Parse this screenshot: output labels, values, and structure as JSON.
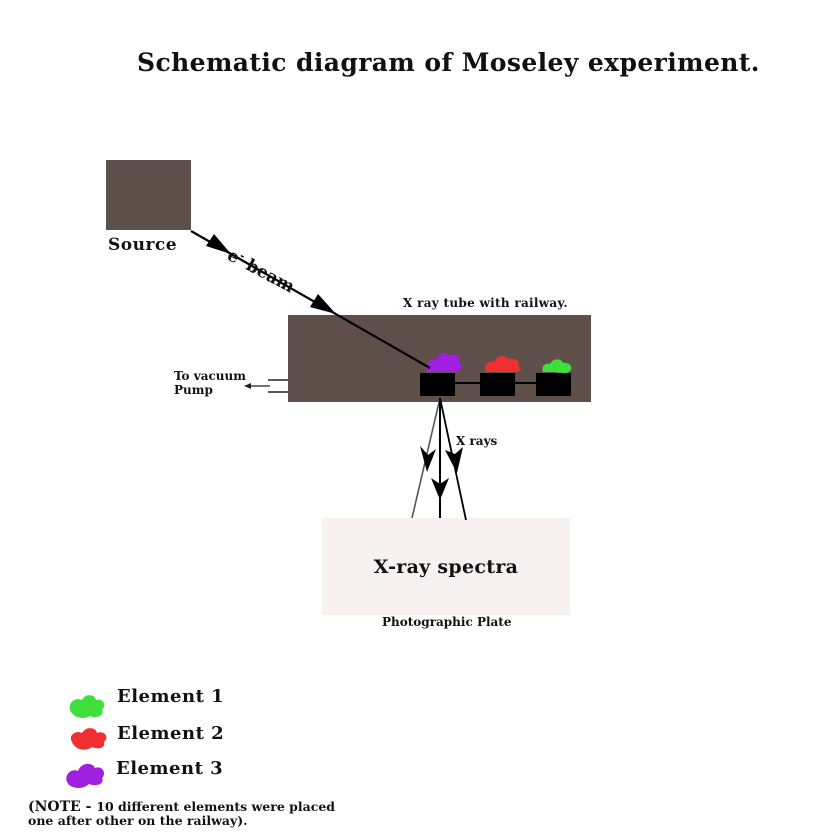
{
  "title": "Schematic diagram of Moseley experiment.",
  "labels": {
    "source": "Source",
    "beam_e": "e",
    "beam_sup": "-",
    "beam_word": "beam",
    "tube": "X ray tube with railway.",
    "vacuum_line1": "To vacuum",
    "vacuum_line2": "Pump",
    "xrays": "X rays",
    "plate_text": "X-ray spectra",
    "plate": "Photographic Plate"
  },
  "legend": [
    {
      "label": "Element 1",
      "color": "#3ee03e"
    },
    {
      "label": "Element 2",
      "color": "#f03030"
    },
    {
      "label": "Element 3",
      "color": "#a020e0"
    }
  ],
  "note": {
    "line1_prefix": "(NOTE - ",
    "line1_rest": "10 different  elements were placed",
    "line2": "one after other on the railway)."
  },
  "colors": {
    "source_box": "#5e4f4b",
    "tube_body": "#5e4f4b",
    "plate": "#f7f1f1",
    "holder": "#000000"
  }
}
